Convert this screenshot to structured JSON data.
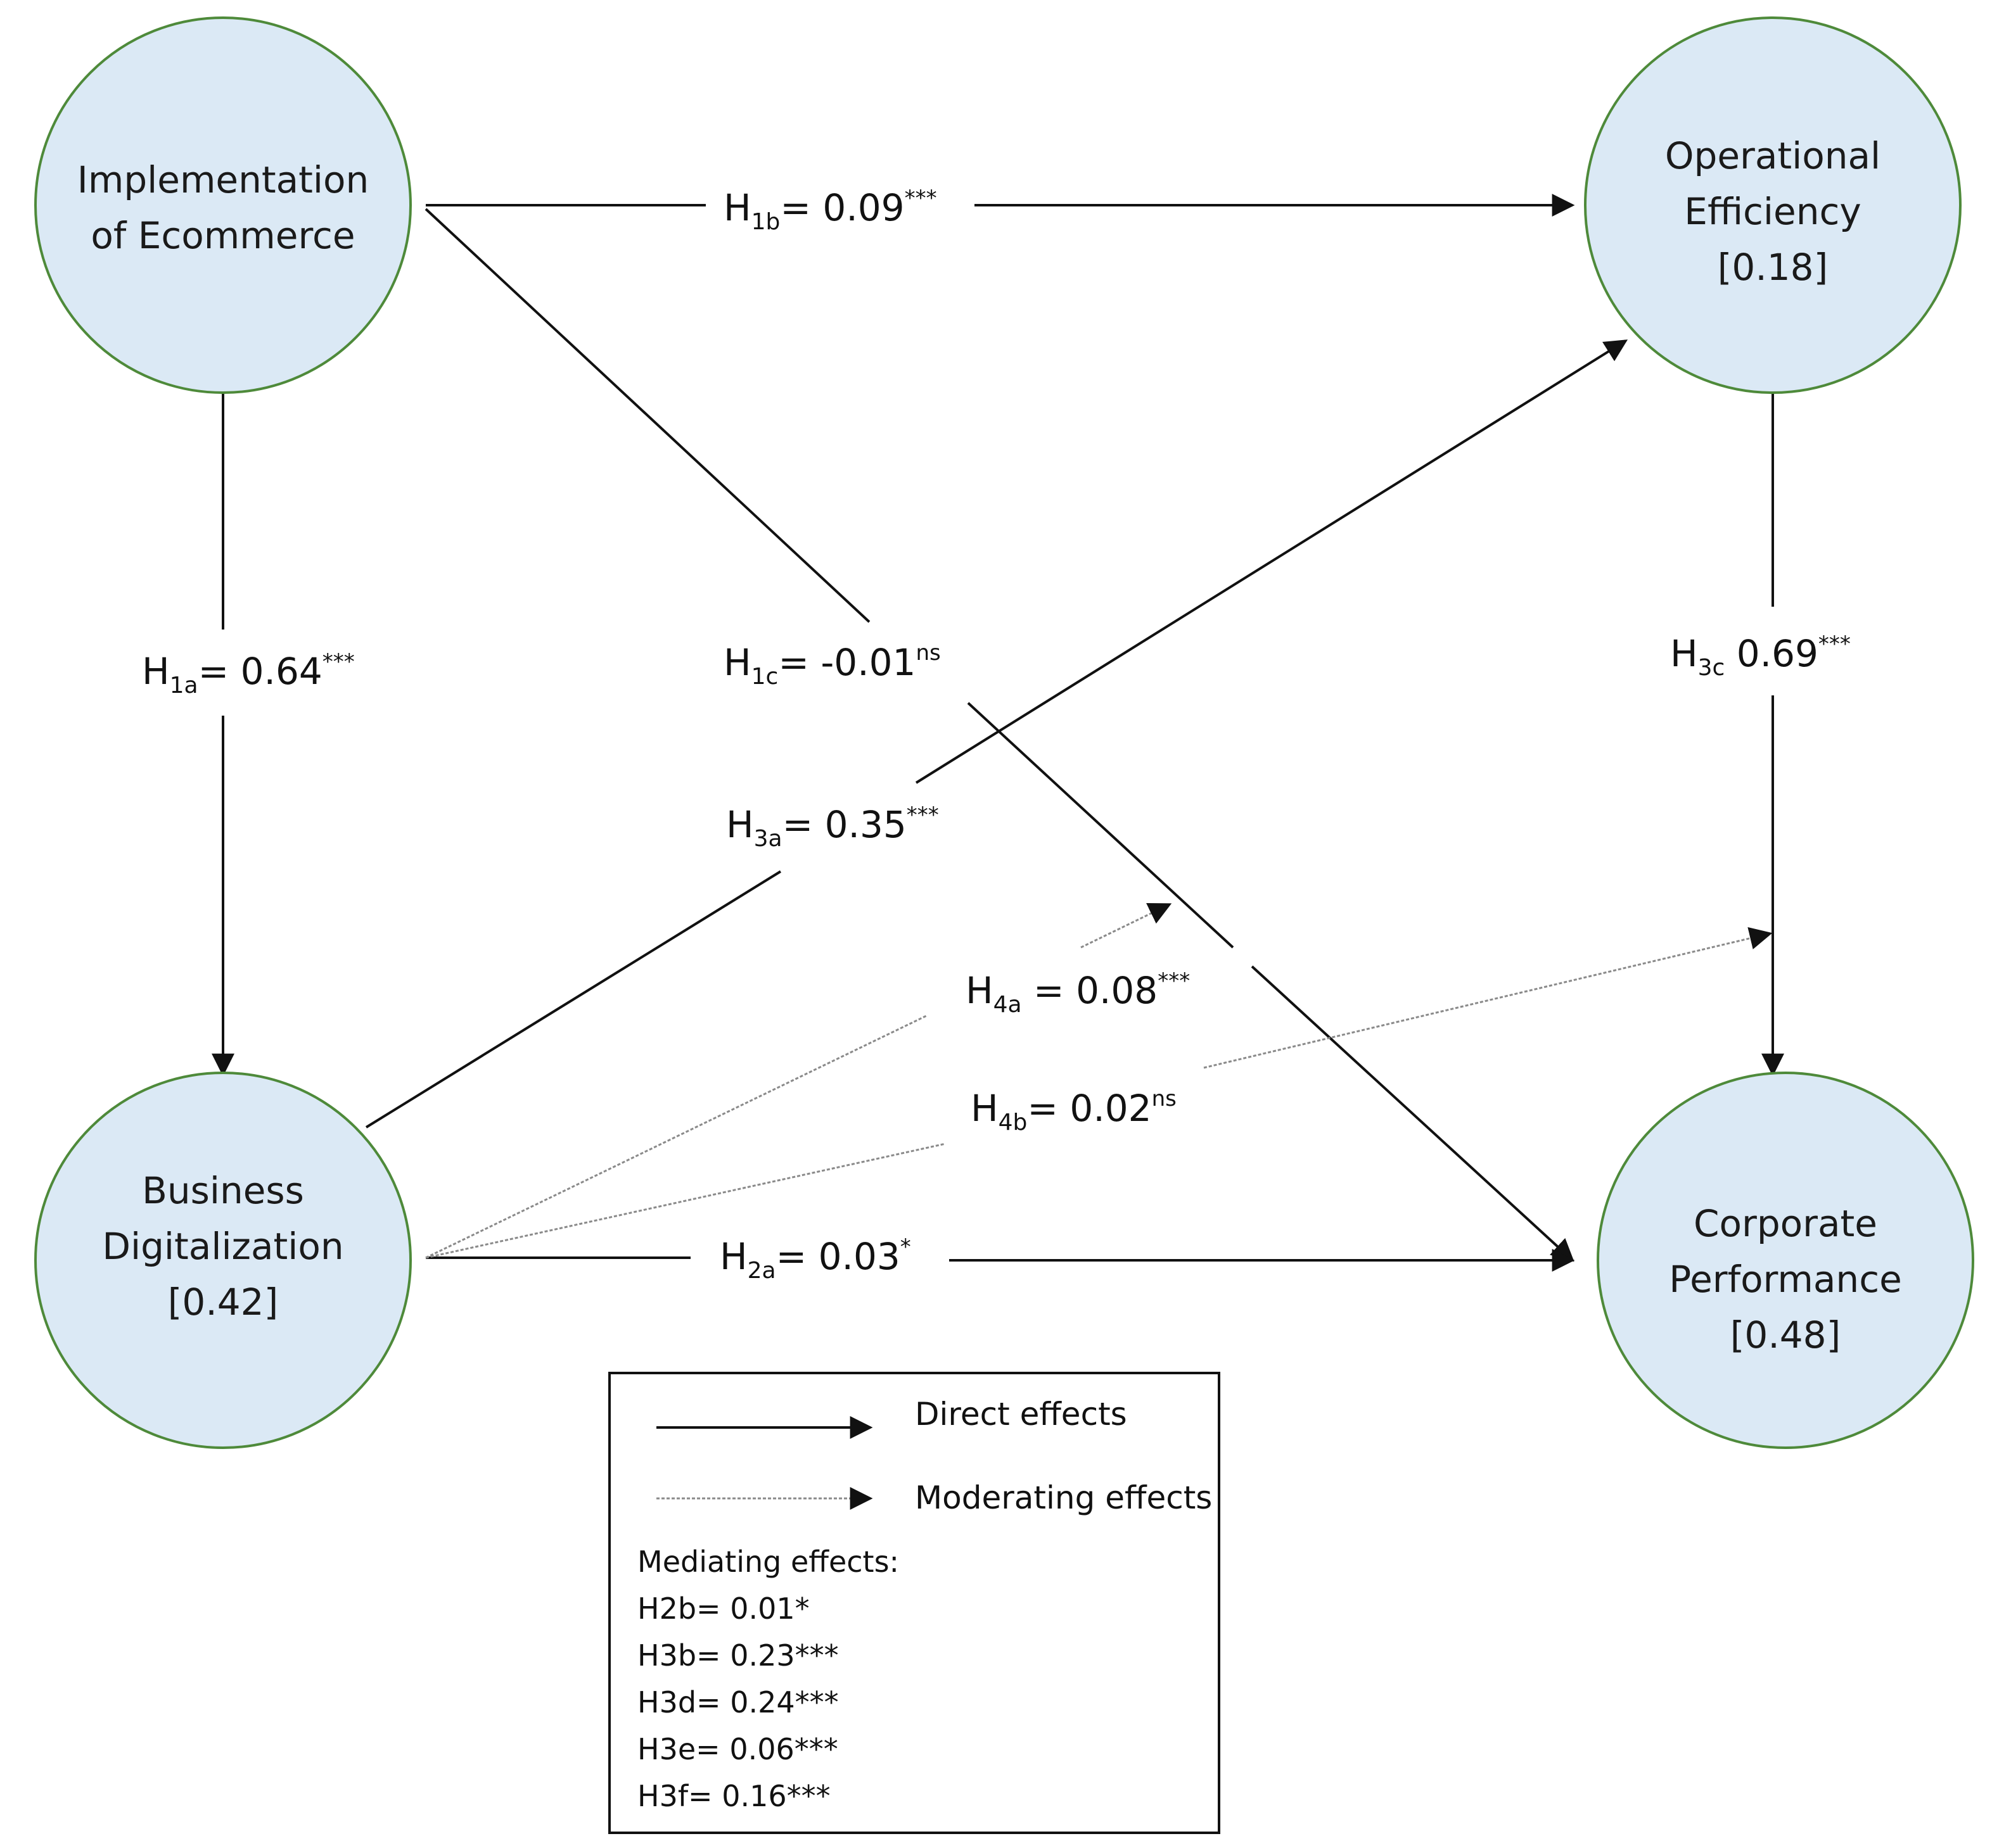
{
  "nodes": {
    "implementation": {
      "lines": [
        "Implementation",
        "of Ecommerce"
      ]
    },
    "operational": {
      "lines": [
        "Operational",
        "Efficiency",
        "[0.18]"
      ]
    },
    "business": {
      "lines": [
        "Business",
        "Digitalization",
        "[0.42]"
      ]
    },
    "corporate": {
      "lines": [
        "Corporate",
        "Performance",
        "[0.48]"
      ]
    }
  },
  "edges": {
    "h1a": {
      "base": "H",
      "sub": "1a",
      "text": "= 0.64",
      "sup": "***"
    },
    "h1b": {
      "base": "H",
      "sub": "1b",
      "text": "= 0.09",
      "sup": "***"
    },
    "h1c": {
      "base": "H",
      "sub": "1c",
      "text": "= -0.01",
      "sup": "ns"
    },
    "h2a": {
      "base": "H",
      "sub": "2a",
      "text": "= 0.03",
      "sup": "*"
    },
    "h3a": {
      "base": "H",
      "sub": "3a",
      "text": "= 0.35",
      "sup": "***"
    },
    "h3c": {
      "base": "H",
      "sub": "3c",
      "text": " 0.69",
      "sup": "***"
    },
    "h4a": {
      "base": "H",
      "sub": "4a",
      "text": " = 0.08",
      "sup": "***"
    },
    "h4b": {
      "base": "H",
      "sub": "4b",
      "text": "= 0.02",
      "sup": "ns"
    }
  },
  "legend": {
    "direct_label": "Direct effects",
    "moderating_label": "Moderating effects",
    "mediating_title": "Mediating effects:",
    "mediating_items": [
      "H2b= 0.01*",
      "H3b= 0.23***",
      "H3d= 0.24***",
      "H3e= 0.06***",
      "H3f= 0.16***"
    ]
  },
  "colors": {
    "node_fill": "#dbe9f5",
    "node_stroke": "#4e8a3a",
    "direct_line": "#111111",
    "moderating_line": "#8a8a8a"
  }
}
